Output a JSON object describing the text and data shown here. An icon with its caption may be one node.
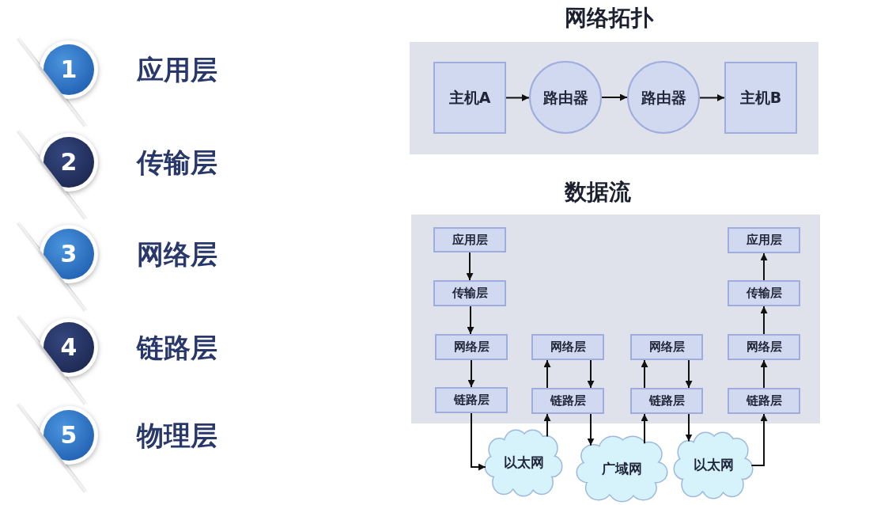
{
  "diagram": {
    "nodes": [
      {
        "text": [
          "1"
        ],
        "beside": [
          "应用层"
        ]
      },
      {
        "text": [
          "2"
        ],
        "beside": [
          "传输层"
        ]
      },
      {
        "text": [
          "3"
        ],
        "beside": [
          "网络层"
        ]
      },
      {
        "text": [
          "4"
        ],
        "beside": [
          "链路层"
        ]
      },
      {
        "text": [
          "5"
        ],
        "beside": [
          "物理层"
        ]
      },
      {
        "text": [
          "网络拓扑"
        ]
      },
      {
        "text": [
          "主机A"
        ],
        "in": 5
      },
      {
        "text": [
          "路由器"
        ],
        "in": 5
      },
      {
        "text": [
          "路由器"
        ],
        "in": 5
      },
      {
        "text": [
          "主机B"
        ],
        "in": 5
      },
      {
        "text": [
          "数据流"
        ]
      },
      {
        "text": [
          "应用层"
        ],
        "in": 10
      },
      {
        "text": [
          "应用层"
        ],
        "in": 10
      },
      {
        "text": [
          "传输层"
        ],
        "in": 10
      },
      {
        "text": [
          "传输层"
        ],
        "in": 10
      },
      {
        "text": [
          "网络层"
        ],
        "in": 10
      },
      {
        "text": [
          "网络层"
        ],
        "in": 10
      },
      {
        "text": [
          "网络层"
        ],
        "in": 10
      },
      {
        "text": [
          "网络层"
        ],
        "in": 10
      },
      {
        "text": [
          "链路层"
        ],
        "in": 10
      },
      {
        "text": [
          "链路层"
        ],
        "in": 10
      },
      {
        "text": [
          "链路层"
        ],
        "in": 10
      },
      {
        "text": [
          "链路层"
        ],
        "in": 10
      },
      {
        "text": [
          "以太网"
        ]
      },
      {
        "text": [
          "广域网"
        ]
      },
      {
        "text": [
          "以太网"
        ]
      }
    ],
    "edges": [
      {
        "from": 6,
        "to": 7,
        "arrow": "to"
      },
      {
        "from": 7,
        "to": 8,
        "arrow": "to"
      },
      {
        "from": 8,
        "to": 9,
        "arrow": "to"
      },
      {
        "from": 11,
        "to": 13,
        "arrow": "to"
      },
      {
        "from": 13,
        "to": 15,
        "arrow": "to"
      },
      {
        "from": 15,
        "to": 19,
        "arrow": "to"
      },
      {
        "from": 19,
        "to": 23,
        "arrow": "to"
      },
      {
        "from": 23,
        "to": 20,
        "arrow": "to"
      },
      {
        "from": 20,
        "to": 16,
        "arrow": "to"
      },
      {
        "from": 16,
        "to": 20,
        "arrow": "to"
      },
      {
        "from": 20,
        "to": 24,
        "arrow": "to"
      },
      {
        "from": 24,
        "to": 21,
        "arrow": "to"
      },
      {
        "from": 21,
        "to": 17,
        "arrow": "to"
      },
      {
        "from": 17,
        "to": 21,
        "arrow": "to"
      },
      {
        "from": 21,
        "to": 25,
        "arrow": "to"
      },
      {
        "from": 25,
        "to": 22,
        "arrow": "to"
      },
      {
        "from": 22,
        "to": 18,
        "arrow": "to"
      },
      {
        "from": 18,
        "to": 14,
        "arrow": "to"
      },
      {
        "from": 14,
        "to": 12,
        "arrow": "to"
      }
    ]
  }
}
